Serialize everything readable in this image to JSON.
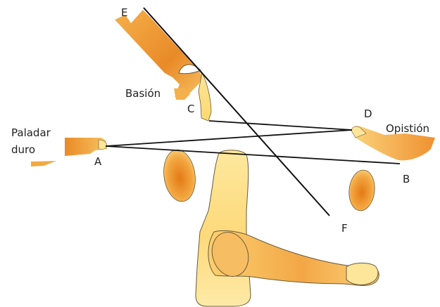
{
  "labels": {
    "E": "E",
    "basion": "Basión",
    "C": "C",
    "D": "D",
    "opistion": "Opistión",
    "paladar_line1": "Paladar",
    "paladar_line2": "duro",
    "A": "A",
    "B": "B",
    "F": "F"
  },
  "colors": {
    "bone_orange": "#f2a640",
    "bone_deep": "#e07a1c",
    "bone_yellow": "#fde08a",
    "bone_pale": "#fdeaa8",
    "outline": "#6b5a3a",
    "line": "#111111"
  }
}
